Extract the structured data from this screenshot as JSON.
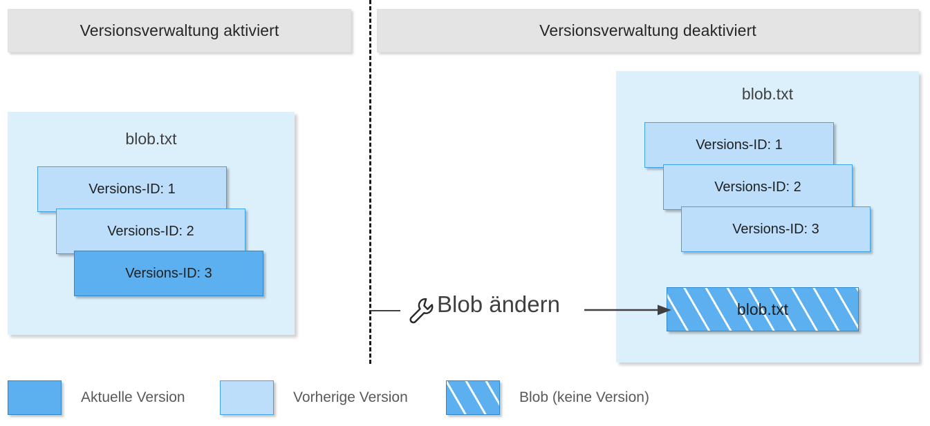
{
  "headers": {
    "left": "Versionsverwaltung aktiviert",
    "right": "Versionsverwaltung deaktiviert"
  },
  "panels": {
    "left": {
      "title": "blob.txt",
      "versions": [
        {
          "label": "Versions-ID: 1",
          "state": "previous"
        },
        {
          "label": "Versions-ID: 2",
          "state": "previous"
        },
        {
          "label": "Versions-ID: 3",
          "state": "current"
        }
      ]
    },
    "right": {
      "title": "blob.txt",
      "versions": [
        {
          "label": "Versions-ID: 1",
          "state": "previous"
        },
        {
          "label": "Versions-ID: 2",
          "state": "previous"
        },
        {
          "label": "Versions-ID: 3",
          "state": "previous"
        }
      ],
      "blob": {
        "label": "blob.txt",
        "state": "unversioned"
      }
    }
  },
  "action": {
    "label": "Blob ändern",
    "icon": "wrench-icon",
    "arrow": "arrow-right-icon"
  },
  "legend": [
    {
      "label": "Aktuelle Version",
      "swatch": "current"
    },
    {
      "label": "Vorherige Version",
      "swatch": "previous"
    },
    {
      "label": "Blob (keine Version)",
      "swatch": "blob-hatched"
    }
  ],
  "colors": {
    "current_version": "#5db0f0",
    "previous_version": "#bcdefa",
    "panel_background": "#dcf0fb",
    "header_background": "#e4e4e4",
    "border_blue": "#2e86c8",
    "text_dark": "#404040"
  }
}
